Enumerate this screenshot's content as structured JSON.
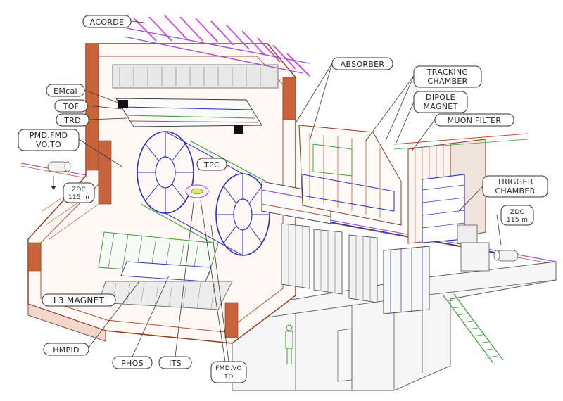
{
  "labels": {
    "acorde": "ACORDE",
    "absorber": "ABSORBER",
    "tracking_1": "TRACKING",
    "tracking_2": "CHAMBER",
    "dipole_1": "DIPOLE",
    "dipole_2": "MAGNET",
    "muon_filter": "MUON FILTER",
    "emcal": "EMcal",
    "tof": "TOF",
    "trd": "TRD",
    "pmd_1": "PMD.FMD",
    "pmd_2": "VO.TO",
    "tpc": "TPC",
    "zdc_left_1": "ZDC",
    "zdc_left_2": "115 m",
    "zdc_right_1": "ZDC",
    "zdc_right_2": "115 m",
    "trigger_1": "TRIGGER",
    "trigger_2": "CHAMBER",
    "l3_magnet": "L3 MAGNET",
    "hmpid": "HMPID",
    "phos": "PHOS",
    "its": "ITS",
    "fmd_1": "FMD.VO",
    "fmd_2": "TO"
  },
  "colors": {
    "magnet_rust": "#c8643c",
    "acorde_pink": "#d050d8",
    "tracker_blue": "#2a2fb0",
    "support_green": "#3a9a3a",
    "beam_purple": "#a050c8"
  }
}
